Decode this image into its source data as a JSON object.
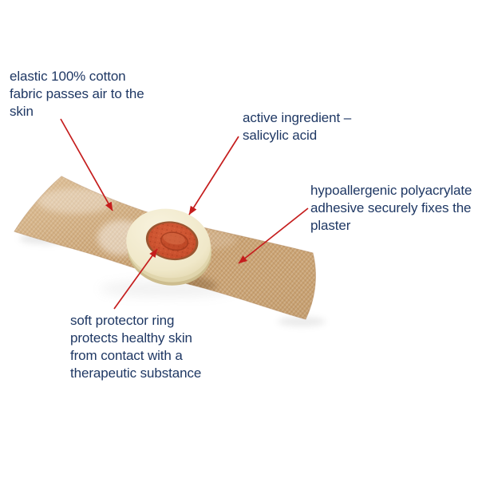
{
  "diagram": {
    "labels": [
      {
        "id": "fabric",
        "text": "elastic 100% cotton\nfabric passes air to the\nskin"
      },
      {
        "id": "active",
        "text": "active ingredient –\nsalicylic acid"
      },
      {
        "id": "adhesive",
        "text": "hypoallergenic polyacrylate\nadhesive securely fixes the\nplaster"
      },
      {
        "id": "protector-ring",
        "text": "soft protector ring\nprotects healthy skin\nfrom contact with a\ntherapeutic substance"
      }
    ]
  },
  "colors": {
    "background": "#FFFFFF",
    "label_text": "#1F3864",
    "arrow": "#C51D1D",
    "fabric_base": "#C9A170",
    "ring_cream": "#F0E8C9",
    "pad_red": "#C84E2C"
  }
}
